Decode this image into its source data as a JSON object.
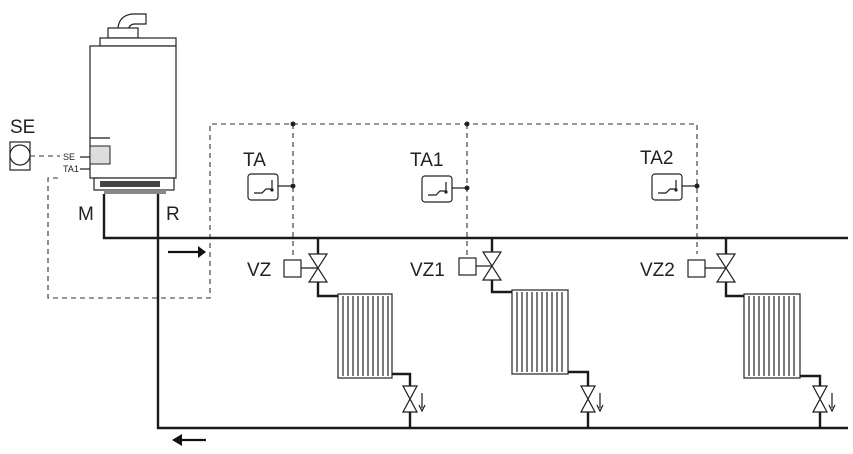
{
  "labels": {
    "external_sensor": "SE",
    "sensor_wire_se": "SE",
    "sensor_wire_ta1": "TA1",
    "flow": "M",
    "return": "R"
  },
  "thermostats": [
    {
      "label": "TA"
    },
    {
      "label": "TA1"
    },
    {
      "label": "TA2"
    }
  ],
  "zone_valves": [
    {
      "label": "VZ"
    },
    {
      "label": "VZ1"
    },
    {
      "label": "VZ2"
    }
  ]
}
